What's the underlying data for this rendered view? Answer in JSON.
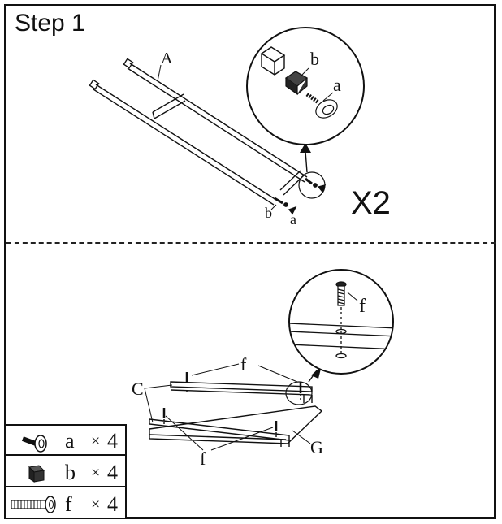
{
  "step": {
    "title": "Step 1",
    "multiplier": "X2"
  },
  "labels": {
    "A": "A",
    "a": "a",
    "b": "b",
    "zoom_a": "a",
    "zoom_b": "b",
    "C": "C",
    "f_top": "f",
    "f_bottom": "f",
    "f_zoom": "f",
    "G": "G"
  },
  "parts": [
    {
      "icon": "bolt-cap-icon",
      "label": "a",
      "times": "×",
      "qty": "4"
    },
    {
      "icon": "square-insert-icon",
      "label": "b",
      "times": "×",
      "qty": "4"
    },
    {
      "icon": "screw-icon",
      "label": "f",
      "times": "×",
      "qty": "4"
    }
  ]
}
